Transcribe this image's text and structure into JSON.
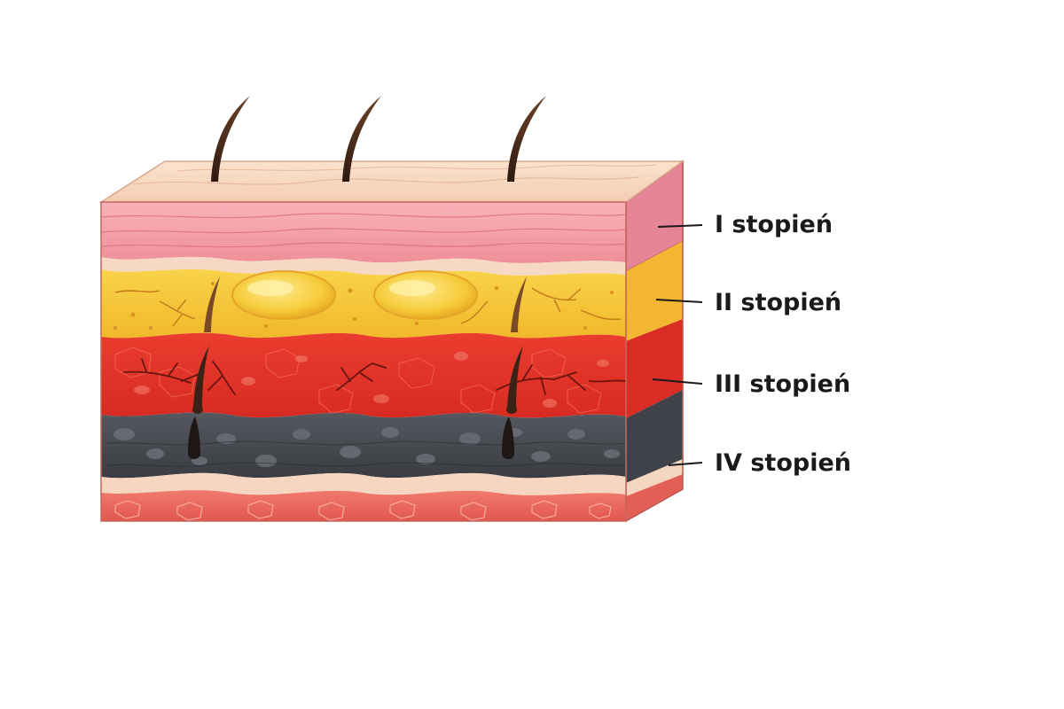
{
  "labels": [
    {
      "id": "degree-1",
      "text": "I stopień",
      "color": "#f2a0b0"
    },
    {
      "id": "degree-2",
      "text": "II stopień",
      "color": "#f5c542"
    },
    {
      "id": "degree-3",
      "text": "III stopień",
      "color": "#e8322a"
    },
    {
      "id": "degree-4",
      "text": "IV stopień",
      "color": "#45484e"
    }
  ],
  "colors": {
    "skin_top": "#f8d9c0",
    "epidermis": "#f4a3a8",
    "dermis_light": "#f7dcc8",
    "yellow_layer": "#f6c93a",
    "blister": "#f7d24a",
    "red_layer": "#e3332b",
    "dark_layer": "#4b4e55",
    "bottom_layer": "#ee6a60",
    "hair": "#4a2c1a",
    "leader": "#1a1a1a"
  },
  "icons": {
    "hair": "hair-shaft",
    "blister": "blister-bubble",
    "vessel": "blood-vessel"
  }
}
